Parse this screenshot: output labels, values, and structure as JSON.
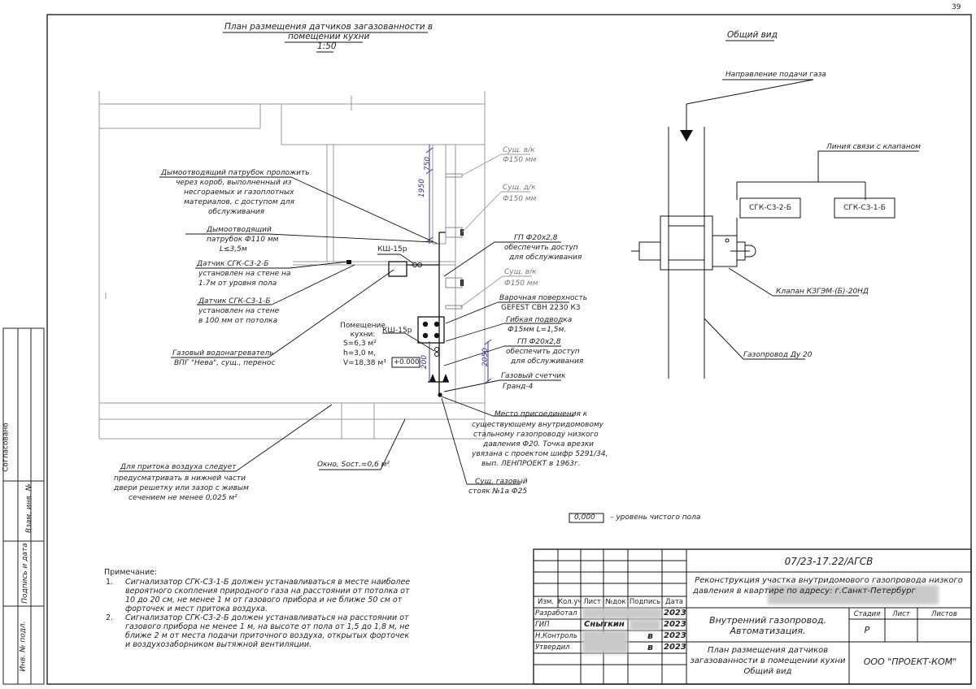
{
  "sheet": {
    "number": "39",
    "side_stamps": [
      "Согласовано",
      "Взам. инв. №",
      "Подпись и дата",
      "Инв. № подл."
    ]
  },
  "plan": {
    "title_line1": "План размещения датчиков загазованности в",
    "title_line2": "помещении кухни",
    "scale": "1:50",
    "dims": [
      "750",
      "1950",
      "2050",
      "200"
    ],
    "level_mark": "+0.000",
    "room": {
      "label1": "Помещение",
      "label2": "кухни:",
      "area": "S=6,3 м²",
      "height": "h=3,0 м,",
      "volume": "V=18,38 м³"
    },
    "window_label": "Окно, Sост.=0,6 м²",
    "ksh1": "КШ-15р",
    "ksh2": "КШ-15р",
    "callouts_left": {
      "chimney_pipe": [
        "Дымоотводящий патрубок проложить",
        "через короб, выполненный из",
        "несгораемых и газоплотных",
        "материалов, с доступом для",
        "обслуживания"
      ],
      "smoke_pipe": [
        "Дымоотводящий",
        "патрубок Ф110 мм",
        "L≤3,5м"
      ],
      "sensor2": [
        "Датчик СГК-С3-2-Б",
        "установлен на стене на",
        "1.7м от уровня пола"
      ],
      "sensor1": [
        "Датчик СГК-С3-1-Б",
        "установлен на стене",
        "в 100 мм от потолка"
      ],
      "heater": [
        "Газовый водонагреватель",
        "ВПГ \"Нева\", сущ., перенос"
      ],
      "air_inflow": [
        "Для притока воздуха следует",
        "предусматривать в нижней части",
        "двери решетку или зазор с живым",
        "сечением не менее 0,025 м²"
      ]
    },
    "callouts_right": {
      "vk1": [
        "Сущ. в/к",
        "Ф150 мм"
      ],
      "dk": [
        "Сущ. д/к",
        "Ф150 мм"
      ],
      "gp1": [
        "ГП Ф20х2,8",
        "обеспечить доступ",
        "для обслуживания"
      ],
      "vk2": [
        "Сущ. в/к",
        "Ф150 мм"
      ],
      "cooktop": [
        "Варочная поверхность",
        "GEFEST СВН 2230 К3"
      ],
      "hose": [
        "Гибкая подводка",
        "Ф15мм L=1,5м."
      ],
      "gp2": [
        "ГП Ф20х2,8",
        "обеспечить доступ",
        "для обслуживания"
      ],
      "meter": [
        "Газовый счетчик",
        "Гранд-4"
      ],
      "connection": [
        "Место присоединения к",
        "существующему внутридомовому",
        "стальному газопроводу низкого",
        "давления Ф20. Точка врезки",
        "увязана с проектом шифр 5291/34,",
        "вып. ЛЕНПРОЕКТ в 1963г."
      ],
      "riser": [
        "Сущ. газовый",
        "стояк №1а Ф25"
      ]
    },
    "floor_level_value": "0,000",
    "floor_level_text": "– уровень чистого пола"
  },
  "general_view": {
    "title": "Общий вид",
    "gas_direction": "Направление подачи газа",
    "comm_line": "Линия связи с клапаном",
    "sensor2": "СГК-С3-2-Б",
    "sensor1": "СГК-С3-1-Б",
    "valve": "Клапан КЗГЭМ-(Б)-20НД",
    "pipeline": "Газопровод Ду 20"
  },
  "notes": {
    "heading": "Примечание:",
    "items": [
      {
        "num": "1.",
        "lines": [
          "Сигнализатор СГК-С3-1-Б должен устанавливаться в месте наиболее",
          "вероятного скопления природного газа на расстоянии от потолка от",
          "10 до 20 см, не менее 1 м от газового прибора и не ближе 50 см от",
          "форточек и мест притока воздуха."
        ]
      },
      {
        "num": "2.",
        "lines": [
          "Сигнализатор СГК-С3-2-Б должен устанавливаться на расстоянии от",
          "газового прибора не менее 1 м, на высоте от пола от 1,5 до 1,8 м, не",
          "ближе 2 м от места подачи приточного воздуха, открытых форточек",
          "и воздухозаборником вытяжной вентиляции."
        ]
      }
    ]
  },
  "title_block": {
    "code": "07/23-17.22/АГСВ",
    "project_line1": "Реконструкция участка внутридомового газопровода низкого",
    "project_line2": "давления в квартире по адресу: г.Санкт-Петербург",
    "headers": [
      "Изм.",
      "Кол.уч",
      "Лист",
      "№док",
      "Подпись",
      "Дата"
    ],
    "roles": [
      {
        "role": "Разработал",
        "name": "",
        "sig": "",
        "date": "2023"
      },
      {
        "role": "ГИП",
        "name": "Сныткин",
        "sig": "",
        "date": "2023"
      },
      {
        "role": "Н.Контроль",
        "name": "",
        "sig": "в",
        "date": "2023"
      },
      {
        "role": "Утвердил",
        "name": "",
        "sig": "в",
        "date": "2023"
      }
    ],
    "section_line1": "Внутренний газопровод.",
    "section_line2": "Автоматизация.",
    "stage_header": "Стадия",
    "sheet_header": "Лист",
    "sheets_header": "Листов",
    "stage_value": "Р",
    "drawing_line1": "План размещения датчиков",
    "drawing_line2": "загазованности в помещении кухни",
    "drawing_line3": "Общий вид",
    "company": "ООО \"ПРОЕКТ-КОМ\""
  }
}
